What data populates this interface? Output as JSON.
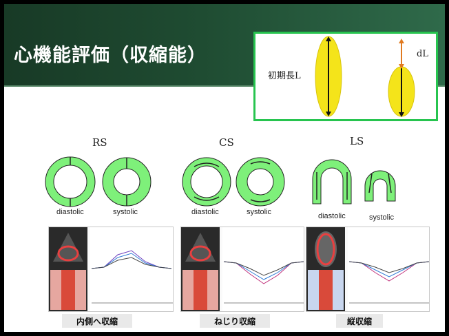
{
  "title": "心機能評価（収縮能）",
  "inset": {
    "initial_length_label": "初期長L",
    "delta_label": "dL"
  },
  "strains": [
    {
      "label": "RS",
      "left": "diastolic",
      "right": "systolic"
    },
    {
      "label": "CS",
      "left": "diastolic",
      "right": "systolic"
    },
    {
      "label": "LS",
      "left": "diastolic",
      "right": "systolic"
    }
  ],
  "captions": [
    "内側へ収縮",
    "ねじり収縮",
    "縦収縮"
  ],
  "colors": {
    "header": "#1f4c32",
    "ring_fill": "#7ef07a",
    "inset_border": "#27c44f",
    "ellipse": "#f4e41a",
    "arrow_orange": "#e07a20"
  }
}
